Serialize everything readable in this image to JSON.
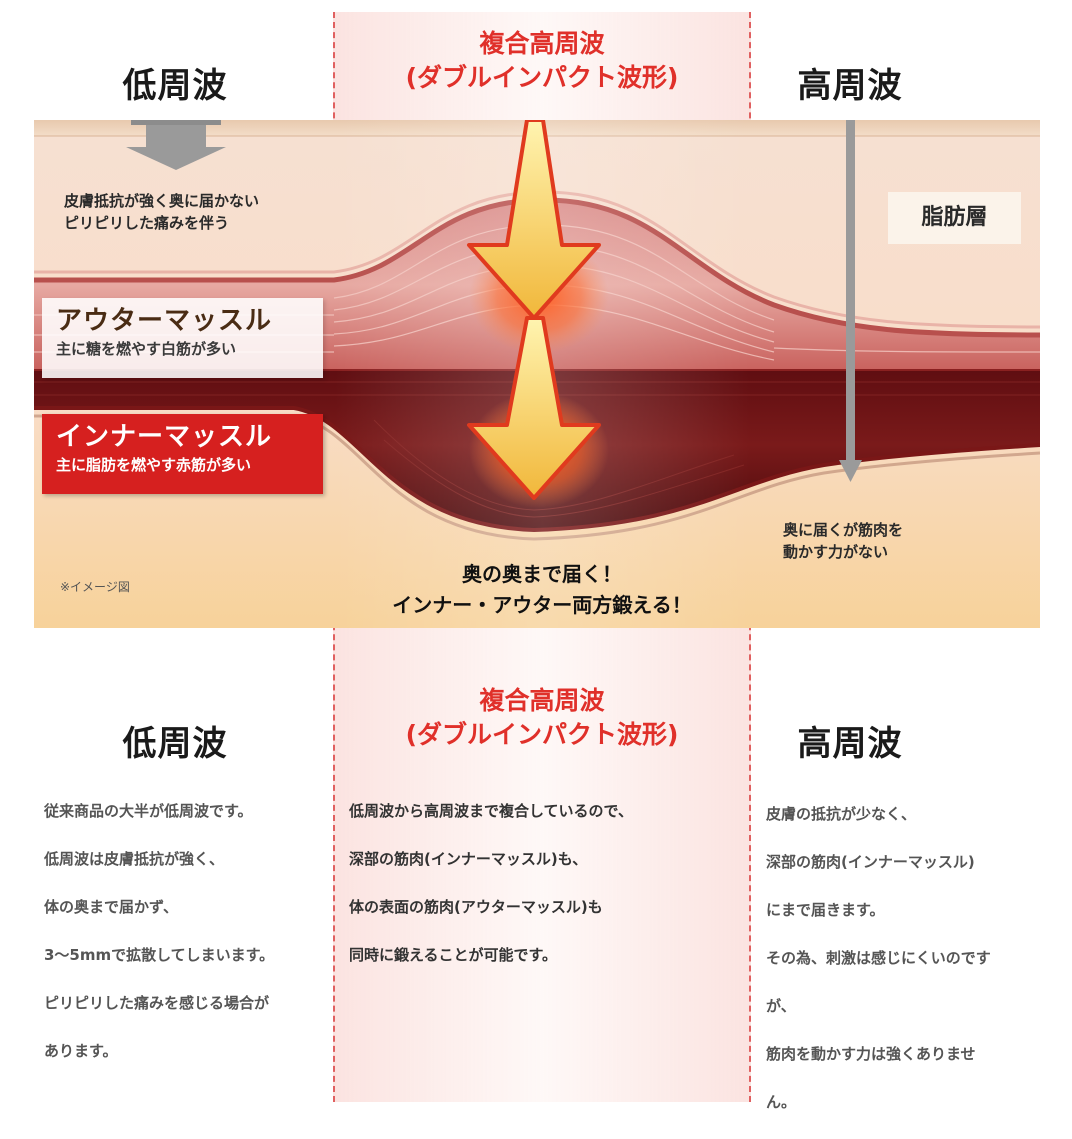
{
  "colors": {
    "center_accent": "#e0302a",
    "inner_muscle_badge": "#d6201f",
    "arrow_fill": "#f5c542",
    "arrow_stroke": "#e03a1e",
    "gray_arrow": "#9a9a9a"
  },
  "icons": {
    "low_frequency_arrow": "gray-down-arrow-icon",
    "high_frequency_arrow": "gray-long-down-arrow-icon",
    "composite_arrows": "double-yellow-down-arrow-icon"
  },
  "top_headers": {
    "low": "低周波",
    "composite_line1": "複合高周波",
    "composite_line2": "(ダブルインパクト波形)",
    "high": "高周波"
  },
  "illustration": {
    "low_note_line1": "皮膚抵抗が強く奥に届かない",
    "low_note_line2": "ピリピリした痛みを伴う",
    "fat_layer_label": "脂肪層",
    "outer_muscle_title": "アウターマッスル",
    "outer_muscle_sub": "主に糖を燃やす白筋が多い",
    "inner_muscle_title": "インナーマッスル",
    "inner_muscle_sub": "主に脂肪を燃やす赤筋が多い",
    "high_note_line1": "奥に届くが筋肉を",
    "high_note_line2": "動かす力がない",
    "center_note_line1": "奥の奥まで届く！",
    "center_note_line2": "インナー・アウター両方鍛える！",
    "image_note": "※イメージ図"
  },
  "bottom": {
    "low_title": "低周波",
    "composite_line1": "複合高周波",
    "composite_line2": "(ダブルインパクト波形)",
    "high_title": "高周波",
    "low_lines": [
      "従来商品の大半が低周波です。",
      "低周波は皮膚抵抗が強く、",
      "体の奥まで届かず、",
      "3〜5mmで拡散してしまいます。",
      "ピリピリした痛みを感じる場合が",
      "あります。"
    ],
    "composite_lines": [
      "低周波から高周波まで複合しているので、",
      "深部の筋肉(インナーマッスル)も、",
      "体の表面の筋肉(アウターマッスル)も",
      "同時に鍛えることが可能です。"
    ],
    "high_lines": [
      "皮膚の抵抗が少なく、",
      "深部の筋肉(インナーマッスル)",
      "にまで届きます。",
      "その為、刺激は感じにくいのです",
      "が、",
      "筋肉を動かす力は強くありませ",
      "ん。"
    ]
  }
}
